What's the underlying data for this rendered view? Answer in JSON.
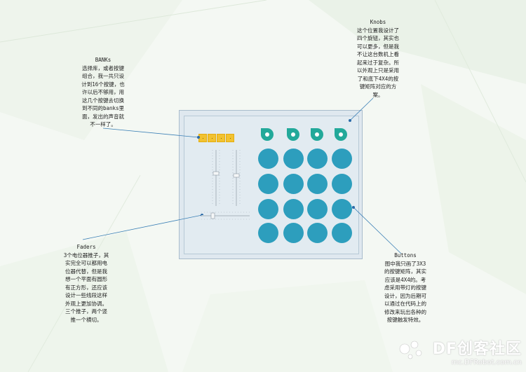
{
  "annotations": {
    "banks": {
      "title": "BANKs",
      "lines": [
        "选择库，或者按键",
        "组合，我一共只设",
        "计到16个按键，也",
        "许以后不够用，用",
        "这几个按键去切换",
        "到不同的banks里",
        "面，发出的声音就",
        "不一样了。"
      ]
    },
    "knobs": {
      "title": "Knobs",
      "lines": [
        "这个位置我设计了",
        "四个旋钮，其实也",
        "可以更多，但是我",
        "不让这台数机上看",
        "起来过于复杂。所",
        "以外观上只是采用",
        "了和底下4X4的按",
        "键矩阵对应的方",
        "案。"
      ]
    },
    "faders": {
      "title": "Faders",
      "lines": [
        "3个电位器推子，其",
        "实完全可以都用电",
        "位器代替，但是我",
        "想一个平面有圆形",
        "有正方形，还应该",
        "设计一些线段这样",
        "外观上更加协调。",
        "三个推子，两个竖",
        "推一个横切。"
      ]
    },
    "buttons": {
      "title": "Buttons",
      "lines": [
        "图中我只画了3X3",
        "的按键矩阵，其实",
        "应该是4X4的。考",
        "虑采用带灯的按键",
        "设计，因为后期可",
        "以通过在代码上的",
        "修改来玩出各种的",
        "按键触发特效。"
      ]
    }
  },
  "colors": {
    "bank_yellow": "#f2c230",
    "knob_teal": "#22a99a",
    "pad_blue": "#2d9ebd"
  },
  "watermark": {
    "brand": "DF创客社区",
    "url": "mc.DFRobot.com.cn"
  }
}
